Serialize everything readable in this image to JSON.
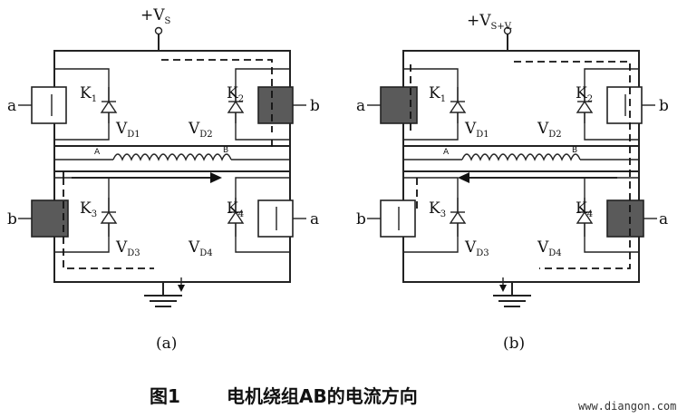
{
  "diagram_a": {
    "supply": "+V",
    "supply_sub": "S",
    "k1": "K",
    "k1_sub": "1",
    "k2": "K",
    "k2_sub": "2",
    "k3": "K",
    "k3_sub": "3",
    "k4": "K",
    "k4_sub": "4",
    "vd1": "V",
    "vd1_sub": "D1",
    "vd2": "V",
    "vd2_sub": "D2",
    "vd3": "V",
    "vd3_sub": "D3",
    "vd4": "V",
    "vd4_sub": "D4",
    "node_a": "A",
    "node_b": "B",
    "input_a_left": "a",
    "input_b_right": "b",
    "input_b_left": "b",
    "input_a_right": "a",
    "label": "(a)",
    "active_relays": [
      "k2",
      "k3"
    ]
  },
  "diagram_b": {
    "supply": "+V",
    "supply_sub": "S+V",
    "supply_suffix": ".",
    "k1": "K",
    "k1_sub": "1",
    "k2": "K",
    "k2_sub": "2",
    "k3": "K",
    "k3_sub": "3",
    "k4": "K",
    "k4_sub": "4",
    "vd1": "V",
    "vd1_sub": "D1",
    "vd2": "V",
    "vd2_sub": "D2",
    "vd3": "V",
    "vd3_sub": "D3",
    "vd4": "V",
    "vd4_sub": "D4",
    "node_a": "A",
    "node_b": "B",
    "input_a_left": "a",
    "input_b_right": "b",
    "input_b_left": "b",
    "input_a_right": "a",
    "label": "(b)",
    "active_relays": [
      "k1",
      "k4"
    ]
  },
  "caption": {
    "figure": "图1",
    "title": "电机绕组AB的电流方向"
  },
  "watermark": "www.diangon.com"
}
